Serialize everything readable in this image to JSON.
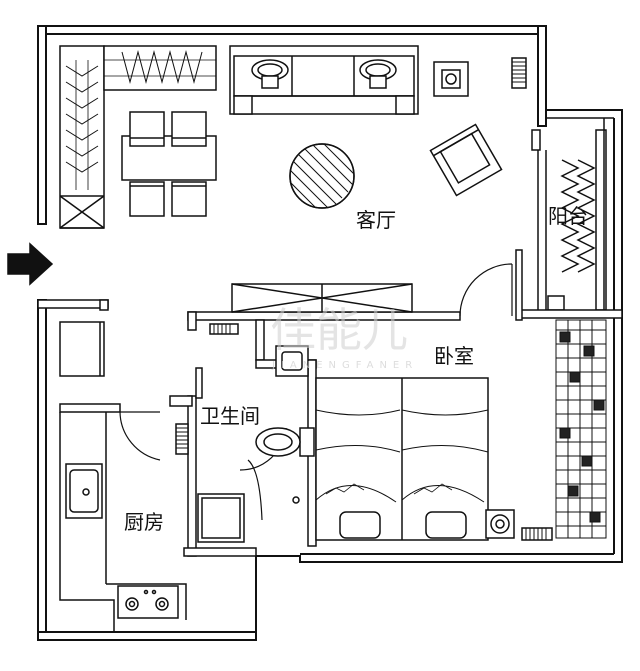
{
  "rooms": {
    "living_room": "客厅",
    "balcony": "阳台",
    "bedroom": "卧室",
    "bathroom": "卫生间",
    "kitchen": "厨房"
  },
  "watermark": {
    "logo": "佳能儿",
    "sub": "JIANENGFANER"
  },
  "colors": {
    "wall": "#111111",
    "floor": "#ffffff",
    "watermark": "#cfcfcf"
  },
  "icons": {
    "entrance": "arrow-right-icon"
  }
}
